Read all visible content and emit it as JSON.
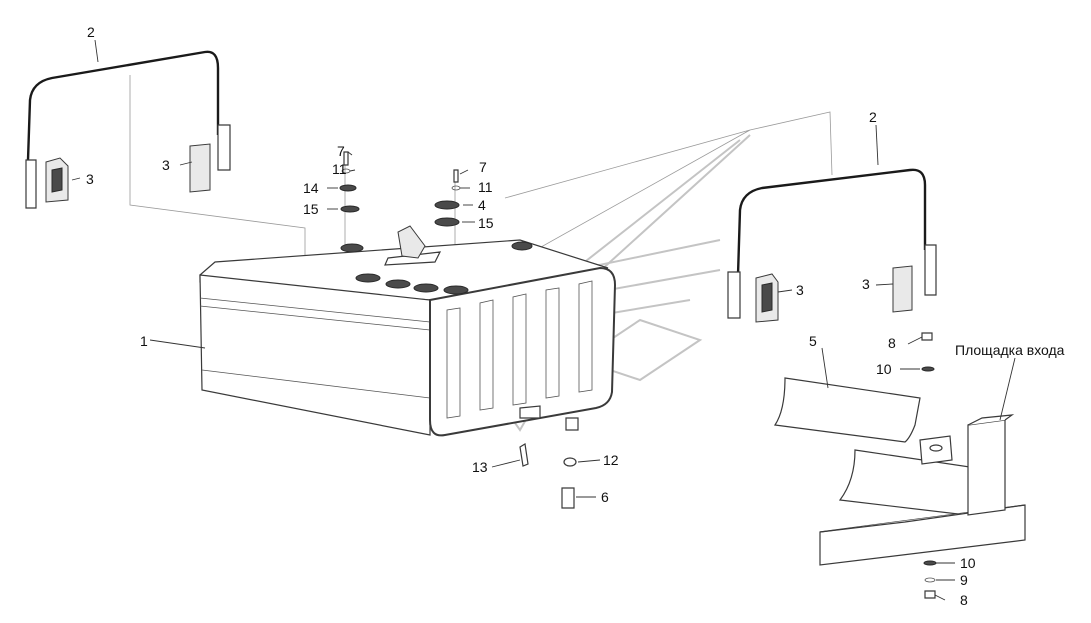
{
  "labels": {
    "p1": "1",
    "p2_left": "2",
    "p2_right": "2",
    "p3_left_a": "3",
    "p3_left_b": "3",
    "p3_right_a": "3",
    "p3_right_b": "3",
    "p4": "4",
    "p5": "5",
    "p6": "6",
    "p7_left": "7",
    "p7_right": "7",
    "p8_top": "8",
    "p8_bottom": "8",
    "p9": "9",
    "p10_top": "10",
    "p10_bottom": "10",
    "p11_left": "11",
    "p11_right": "11",
    "p12": "12",
    "p13": "13",
    "p14": "14",
    "p15_left": "15",
    "p15_right": "15",
    "platform": "Площадка входа"
  }
}
